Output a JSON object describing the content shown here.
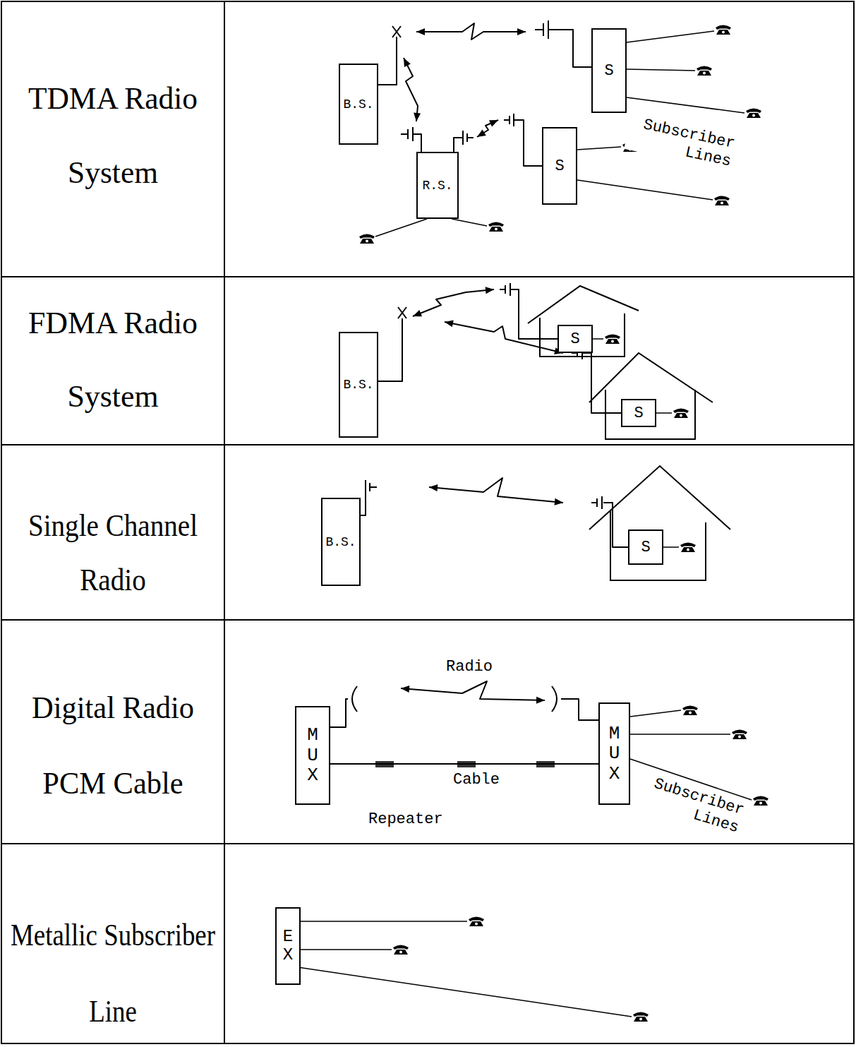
{
  "diagram": {
    "nodes": [
      {
        "text": [
          "B.S."
        ]
      },
      {
        "text": [
          "S"
        ]
      },
      {
        "text": [
          "R.S."
        ]
      },
      {
        "text": [
          "S"
        ]
      },
      {
        "text": [
          "B.S."
        ]
      },
      {
        "text": [
          "S"
        ]
      },
      {
        "text": [
          "S"
        ]
      },
      {
        "text": [
          "B.S."
        ]
      },
      {
        "text": [
          "S"
        ]
      },
      {
        "text": [
          "MUX"
        ]
      },
      {
        "text": [
          "MUX"
        ]
      },
      {
        "text": [
          "EX"
        ]
      }
    ],
    "edges": [
      {
        "from": 0,
        "to": 1,
        "arrow": "both"
      },
      {
        "from": 0,
        "to": 2,
        "arrow": "both"
      },
      {
        "from": 2,
        "to": 3,
        "arrow": "both"
      },
      {
        "from": 4,
        "to": 5,
        "arrow": "both"
      },
      {
        "from": 4,
        "to": 6,
        "arrow": "both"
      },
      {
        "from": 7,
        "to": 8,
        "arrow": "both"
      },
      {
        "from": 9,
        "to": 10,
        "label": "Radio",
        "arrow": "both"
      },
      {
        "from": 9,
        "to": 10,
        "label": "Cable",
        "arrow": "none"
      }
    ],
    "labels": [
      "TDMA Radio System",
      "Subscriber Lines",
      "FDMA Radio System",
      "Single Channel Radio",
      "Digital Radio PCM Cable",
      "Repeater",
      "Subscriber Lines",
      "Metallic Subscriber Line"
    ]
  }
}
